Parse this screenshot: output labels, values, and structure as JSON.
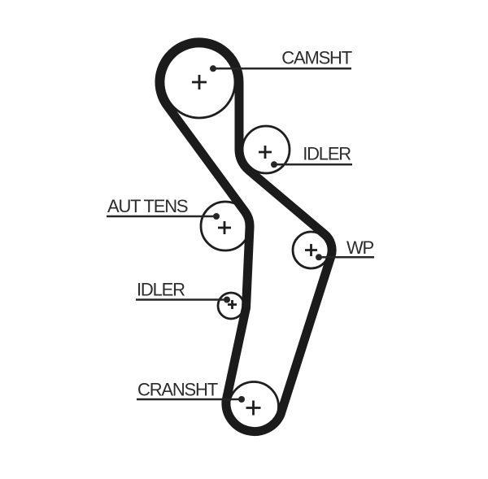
{
  "diagram": {
    "type": "timing-belt-routing-diagram",
    "background_color": "#ffffff",
    "line_color": "#1b1b1b",
    "text_color": "#2b2b2b",
    "labels": {
      "camshaft": "CAMSHT",
      "idler_upper": "IDLER",
      "tensioner": "AUT TENS",
      "water_pump": "WP",
      "idler_lower": "IDLER",
      "crankshaft": "CRANSHT"
    }
  }
}
